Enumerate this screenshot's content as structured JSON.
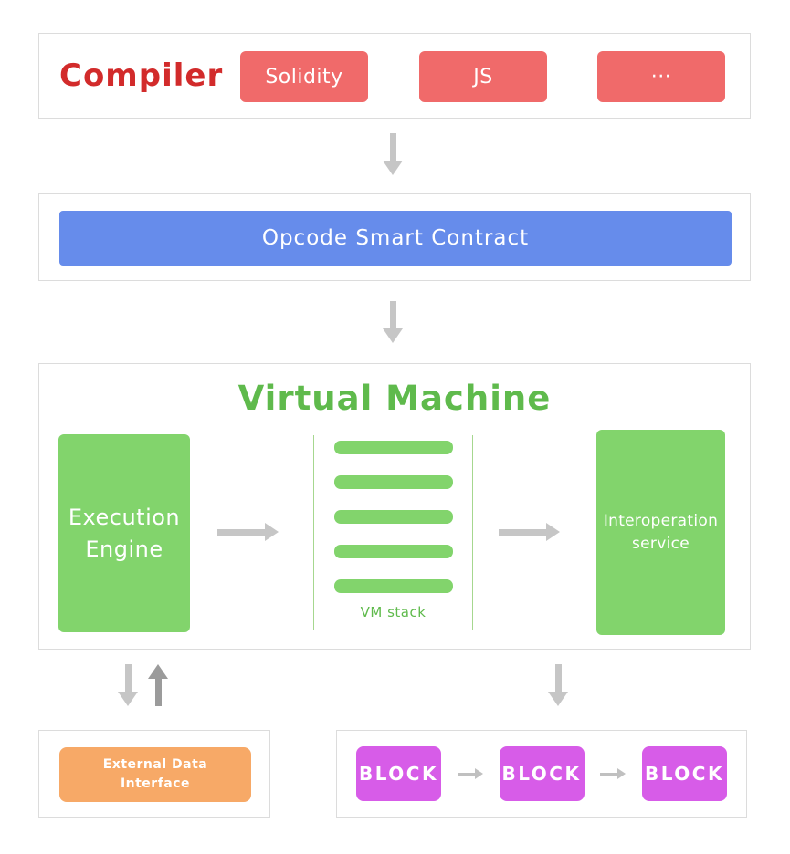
{
  "colors": {
    "red_accent": "#d22b2b",
    "coral": "#f06a6a",
    "blue": "#668ceb",
    "green_box": "#82d46c",
    "green_text": "#5fba4c",
    "orange": "#f7a967",
    "magenta": "#d75ce8",
    "arrow_gray": "#c6c6c6",
    "arrow_dark_gray": "#9b9b9b",
    "panel_border": "#dcdcdc"
  },
  "compiler": {
    "label": "Compiler",
    "languages": [
      "Solidity",
      "JS",
      "···"
    ]
  },
  "opcode": {
    "label": "Opcode Smart Contract"
  },
  "vm": {
    "title": "Virtual Machine",
    "execution_engine_lines": [
      "Execution",
      "Engine"
    ],
    "stack": {
      "label": "VM stack",
      "bar_count": 5
    },
    "interoperation_lines": [
      "Interoperation",
      "service"
    ]
  },
  "external_data_lines": [
    "External Data",
    "Interface"
  ],
  "blockchain": {
    "blocks": [
      "BLOCK",
      "BLOCK",
      "BLOCK"
    ]
  }
}
